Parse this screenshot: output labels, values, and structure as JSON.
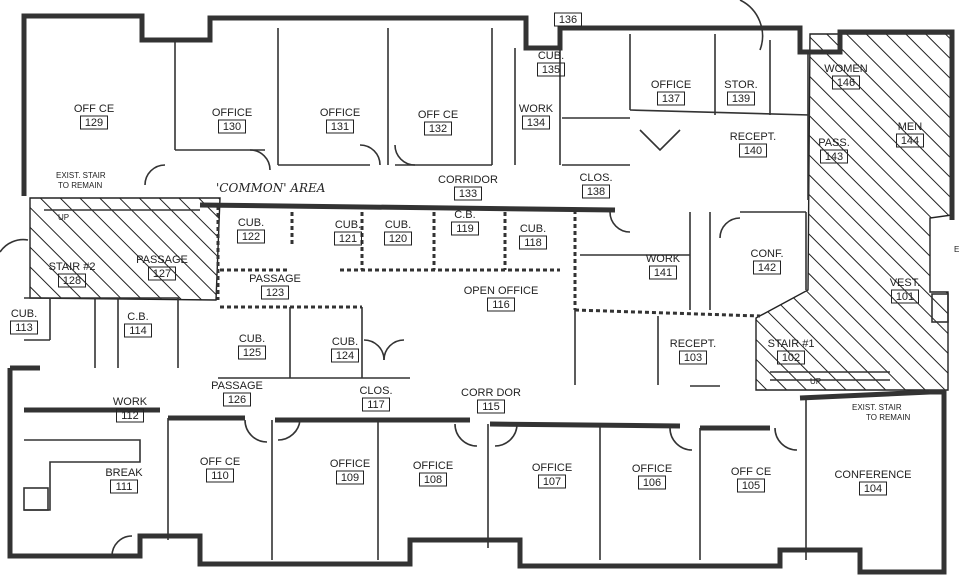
{
  "plan": {
    "rooms": [
      {
        "id": "r129",
        "name": "OFF CE",
        "number": "129"
      },
      {
        "id": "r130",
        "name": "OFFICE",
        "number": "130"
      },
      {
        "id": "r131",
        "name": "OFFICE",
        "number": "131"
      },
      {
        "id": "r132",
        "name": "OFF CE",
        "number": "132"
      },
      {
        "id": "r134",
        "name": "WORK",
        "number": "134"
      },
      {
        "id": "r135",
        "name": "CUB.",
        "number": "135"
      },
      {
        "id": "r136",
        "name": "",
        "number": "136"
      },
      {
        "id": "r137",
        "name": "OFFICE",
        "number": "137"
      },
      {
        "id": "r139",
        "name": "STOR.",
        "number": "139"
      },
      {
        "id": "r140",
        "name": "RECEPT.",
        "number": "140"
      },
      {
        "id": "r146",
        "name": "WOMEN",
        "number": "146"
      },
      {
        "id": "r144",
        "name": "MEN",
        "number": "144"
      },
      {
        "id": "r143",
        "name": "PASS.",
        "number": "143"
      },
      {
        "id": "r133",
        "name": "CORRIDOR",
        "number": "133"
      },
      {
        "id": "r138",
        "name": "CLOS.",
        "number": "138"
      },
      {
        "id": "r128",
        "name": "STAIR #2",
        "number": "128"
      },
      {
        "id": "r127",
        "name": "PASSAGE",
        "number": "127"
      },
      {
        "id": "r122",
        "name": "CUB.",
        "number": "122"
      },
      {
        "id": "r121",
        "name": "CUB.",
        "number": "121"
      },
      {
        "id": "r120",
        "name": "CUB.",
        "number": "120"
      },
      {
        "id": "r119",
        "name": "C.B.",
        "number": "119"
      },
      {
        "id": "r118",
        "name": "CUB.",
        "number": "118"
      },
      {
        "id": "r123",
        "name": "PASSAGE",
        "number": "123"
      },
      {
        "id": "r116",
        "name": "OPEN OFFICE",
        "number": "116"
      },
      {
        "id": "r141",
        "name": "WORK",
        "number": "141"
      },
      {
        "id": "r142",
        "name": "CONF.",
        "number": "142"
      },
      {
        "id": "r101",
        "name": "VEST.",
        "number": "101"
      },
      {
        "id": "r113",
        "name": "CUB.",
        "number": "113"
      },
      {
        "id": "r114",
        "name": "C.B.",
        "number": "114"
      },
      {
        "id": "r125",
        "name": "CUB.",
        "number": "125"
      },
      {
        "id": "r124",
        "name": "CUB.",
        "number": "124"
      },
      {
        "id": "r103",
        "name": "RECEPT.",
        "number": "103"
      },
      {
        "id": "r102",
        "name": "STAIR #1",
        "number": "102"
      },
      {
        "id": "r112",
        "name": "WORK",
        "number": "112"
      },
      {
        "id": "r126",
        "name": "PASSAGE",
        "number": "126"
      },
      {
        "id": "r117",
        "name": "CLOS.",
        "number": "117"
      },
      {
        "id": "r115",
        "name": "CORR DOR",
        "number": "115"
      },
      {
        "id": "r111",
        "name": "BREAK",
        "number": "111"
      },
      {
        "id": "r110",
        "name": "OFF CE",
        "number": "110"
      },
      {
        "id": "r109",
        "name": "OFFICE",
        "number": "109"
      },
      {
        "id": "r108",
        "name": "OFFICE",
        "number": "108"
      },
      {
        "id": "r107",
        "name": "OFFICE",
        "number": "107"
      },
      {
        "id": "r106",
        "name": "OFFICE",
        "number": "106"
      },
      {
        "id": "r105",
        "name": "OFF CE",
        "number": "105"
      },
      {
        "id": "r104",
        "name": "CONFERENCE",
        "number": "104"
      }
    ],
    "notes": {
      "stair_top_l1": "EXIST. STAIR",
      "stair_top_l2": "TO REMAIN",
      "stair_bot_l1": "EXIST. STAIR",
      "stair_bot_l2": "TO REMAIN",
      "common_area": "'COMMON' AREA",
      "up_1": "UP",
      "up_2": "UP",
      "edge_e": "E"
    }
  }
}
